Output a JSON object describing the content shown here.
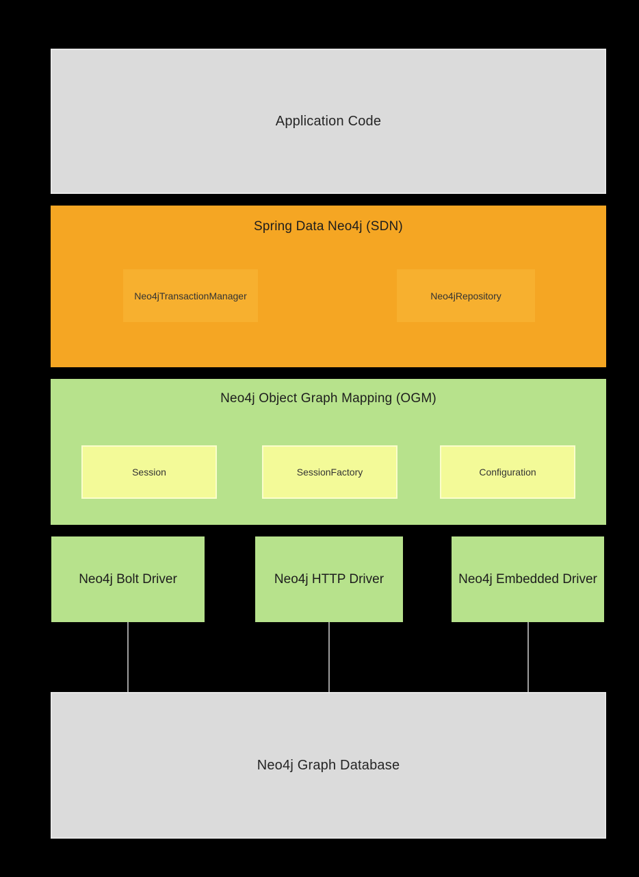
{
  "diagram": {
    "title": "Neo4j / Spring Data Neo4j architecture stack",
    "layers": {
      "application": {
        "label": "Application Code"
      },
      "sdn": {
        "title": "Spring Data Neo4j (SDN)",
        "components": [
          {
            "label": "Neo4jTransactionManager"
          },
          {
            "label": "Neo4jRepository"
          }
        ]
      },
      "ogm": {
        "title": "Neo4j Object Graph Mapping (OGM)",
        "components": [
          {
            "label": "Session"
          },
          {
            "label": "SessionFactory"
          },
          {
            "label": "Configuration"
          }
        ]
      },
      "drivers": [
        {
          "label": "Neo4j Bolt Driver"
        },
        {
          "label": "Neo4j HTTP Driver"
        },
        {
          "label": "Neo4j Embedded Driver"
        }
      ],
      "database": {
        "label": "Neo4j Graph Database"
      }
    },
    "colors": {
      "background": "#000000",
      "gray_box": "#dbdbdb",
      "orange_layer": "#f5a623",
      "orange_inner": "#f7b02f",
      "green_layer": "#b7e28c",
      "yellow_inner": "#f3fa98",
      "connector_line": "#9e9e9e",
      "text": "#212121"
    }
  }
}
